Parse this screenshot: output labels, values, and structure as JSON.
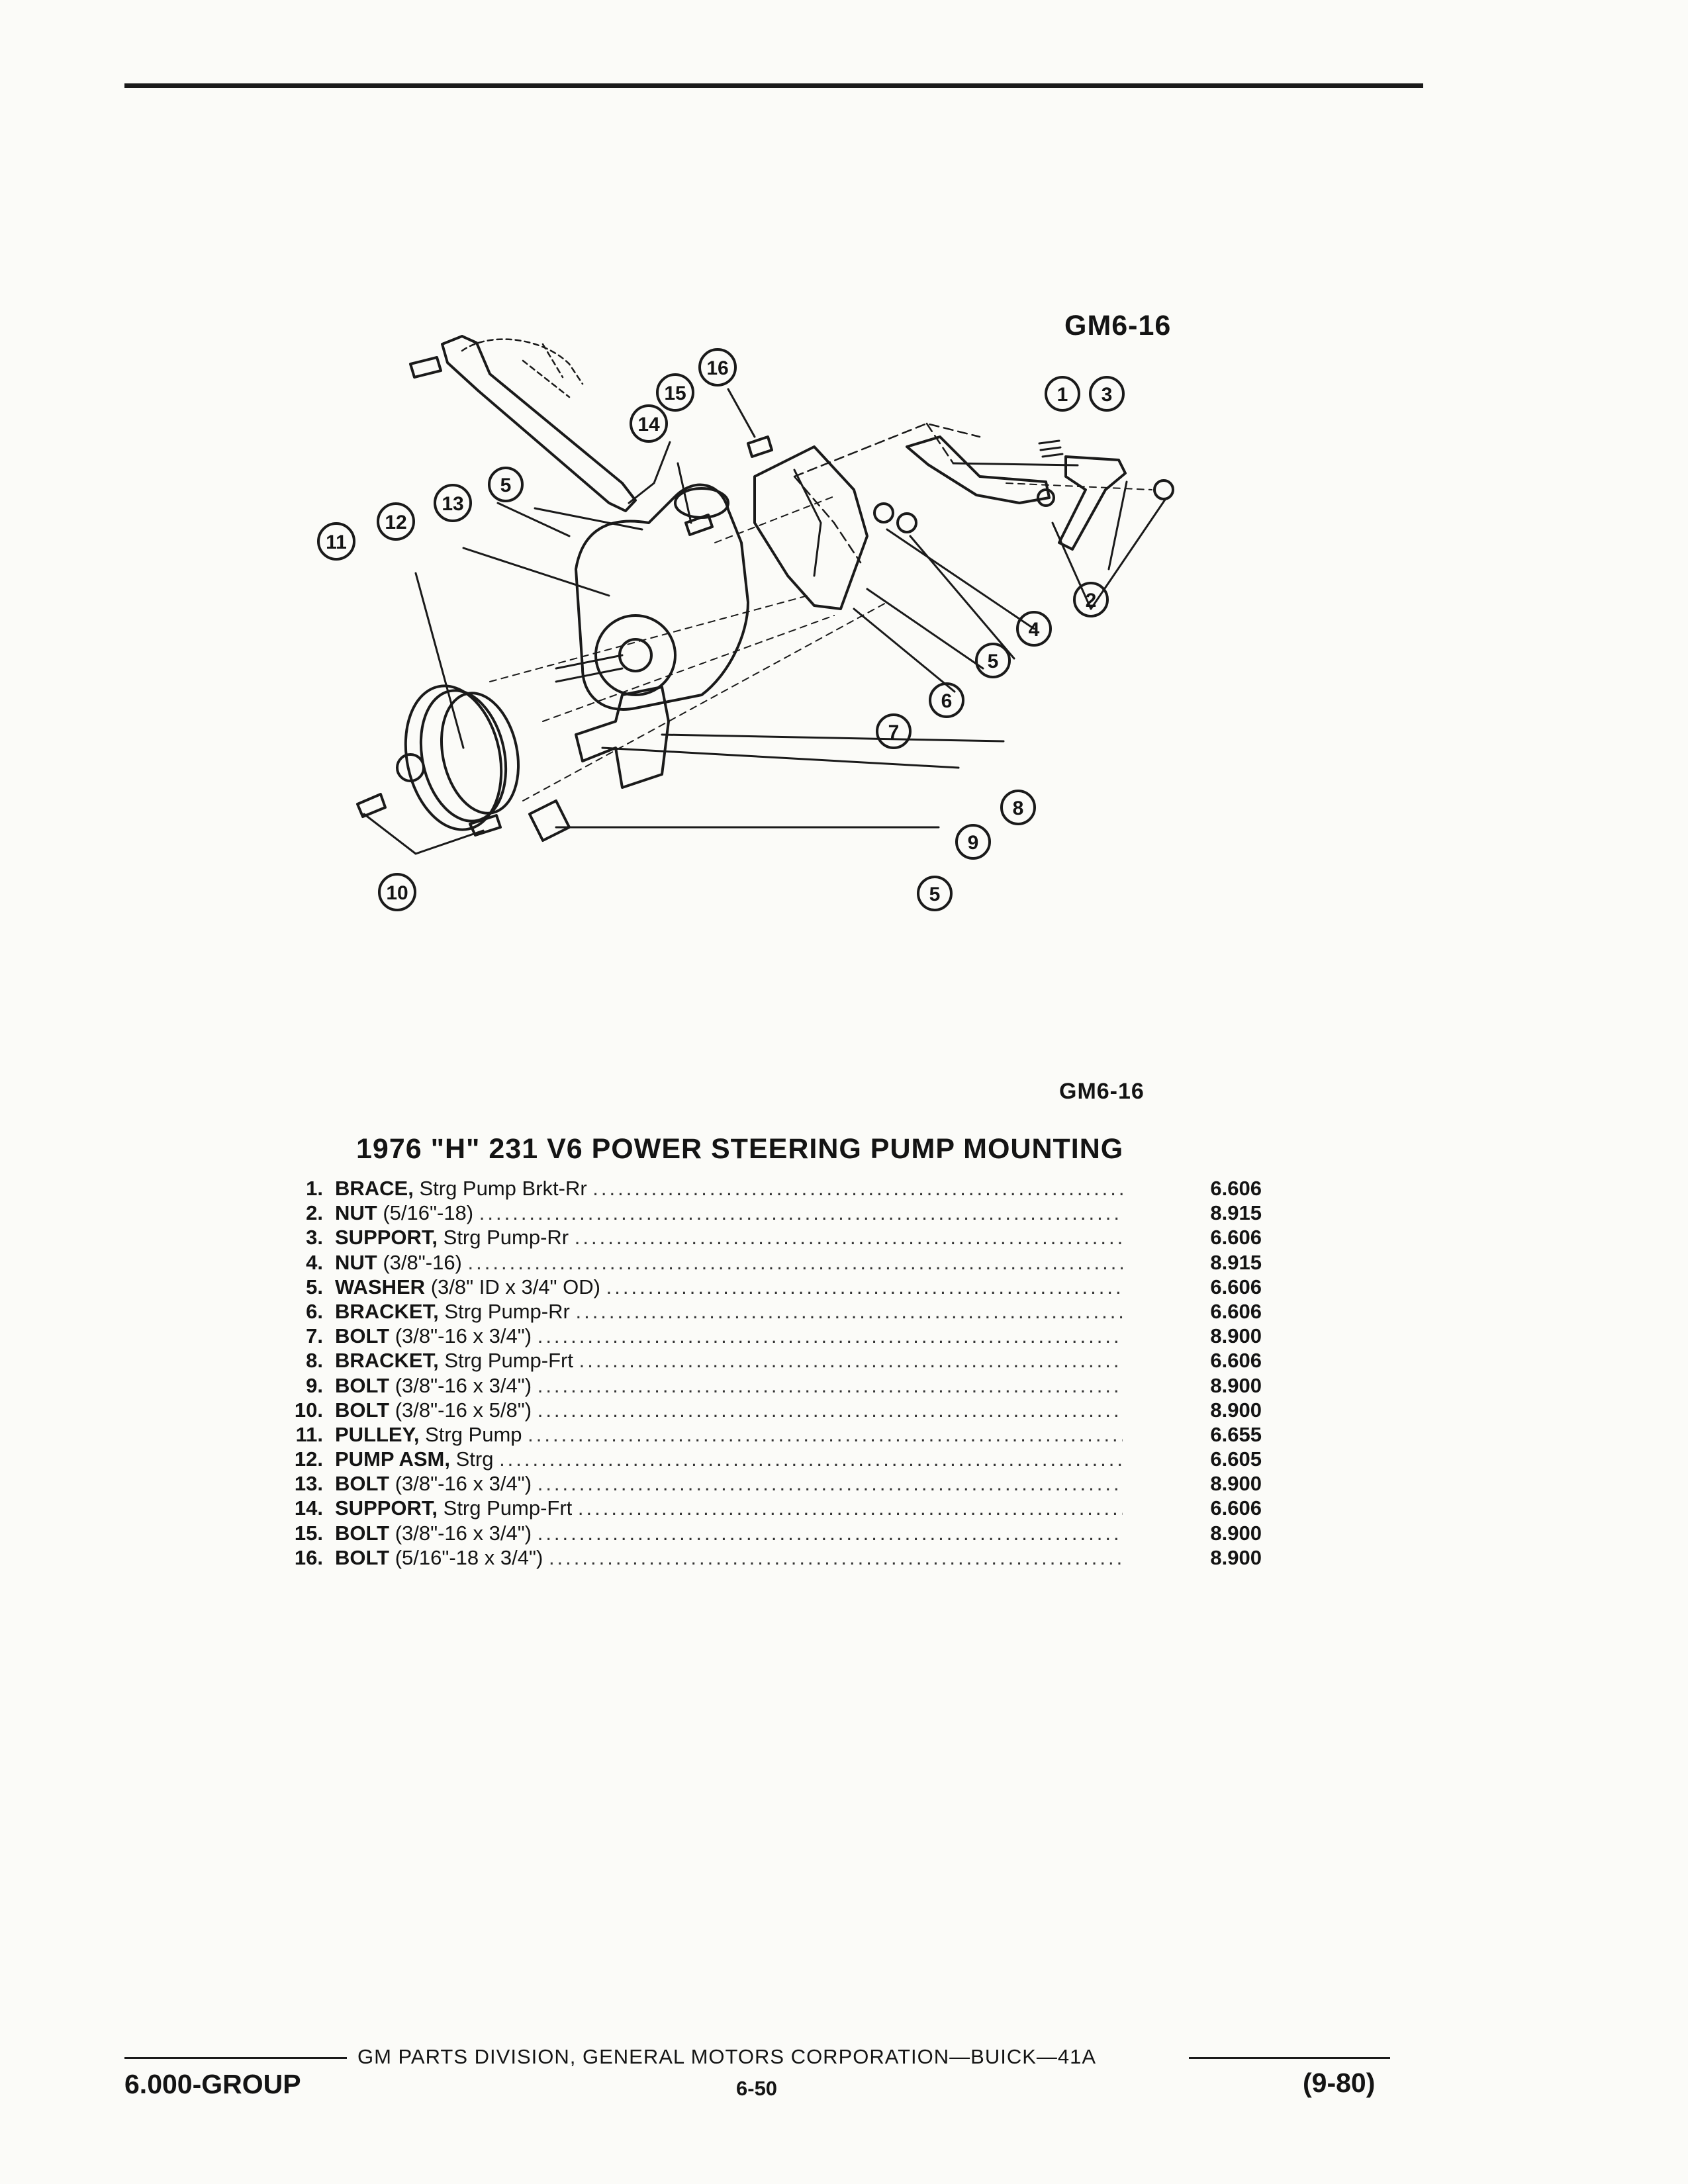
{
  "figure": {
    "tag_top": "GM6-16",
    "tag_bottom": "GM6-16",
    "callouts": [
      "1",
      "3",
      "16",
      "15",
      "14",
      "5",
      "13",
      "12",
      "11",
      "2",
      "4",
      "5",
      "6",
      "7",
      "8",
      "9",
      "5",
      "10"
    ]
  },
  "section_title": "1976 \"H\" 231 V6 POWER STEERING PUMP MOUNTING",
  "parts": [
    {
      "num": "1.",
      "name": "BRACE,",
      "desc": " Strg Pump Brkt-Rr",
      "group": "6.606"
    },
    {
      "num": "2.",
      "name": "NUT",
      "desc": " (5/16\"-18)",
      "group": "8.915"
    },
    {
      "num": "3.",
      "name": "SUPPORT,",
      "desc": " Strg Pump-Rr",
      "group": "6.606"
    },
    {
      "num": "4.",
      "name": "NUT",
      "desc": " (3/8\"-16)",
      "group": "8.915"
    },
    {
      "num": "5.",
      "name": "WASHER",
      "desc": " (3/8\" ID x 3/4\" OD)",
      "group": "6.606"
    },
    {
      "num": "6.",
      "name": "BRACKET,",
      "desc": " Strg Pump-Rr",
      "group": "6.606"
    },
    {
      "num": "7.",
      "name": "BOLT",
      "desc": " (3/8\"-16 x 3/4\")",
      "group": "8.900"
    },
    {
      "num": "8.",
      "name": "BRACKET,",
      "desc": " Strg Pump-Frt",
      "group": "6.606"
    },
    {
      "num": "9.",
      "name": "BOLT",
      "desc": " (3/8\"-16 x 3/4\")",
      "group": "8.900"
    },
    {
      "num": "10.",
      "name": "BOLT",
      "desc": " (3/8\"-16 x 5/8\")",
      "group": "8.900"
    },
    {
      "num": "11.",
      "name": "PULLEY,",
      "desc": " Strg Pump",
      "group": "6.655"
    },
    {
      "num": "12.",
      "name": "PUMP ASM,",
      "desc": " Strg",
      "group": "6.605"
    },
    {
      "num": "13.",
      "name": "BOLT",
      "desc": " (3/8\"-16 x 3/4\")",
      "group": "8.900"
    },
    {
      "num": "14.",
      "name": "SUPPORT,",
      "desc": " Strg Pump-Frt",
      "group": "6.606"
    },
    {
      "num": "15.",
      "name": "BOLT",
      "desc": " (3/8\"-16 x 3/4\")",
      "group": "8.900"
    },
    {
      "num": "16.",
      "name": "BOLT",
      "desc": " (5/16\"-18 x 3/4\")",
      "group": "8.900"
    }
  ],
  "footer": {
    "corp": "GM PARTS DIVISION, GENERAL MOTORS CORPORATION—BUICK—41A",
    "group": "6.000-GROUP",
    "page": "6-50",
    "date": "(9-80)"
  }
}
